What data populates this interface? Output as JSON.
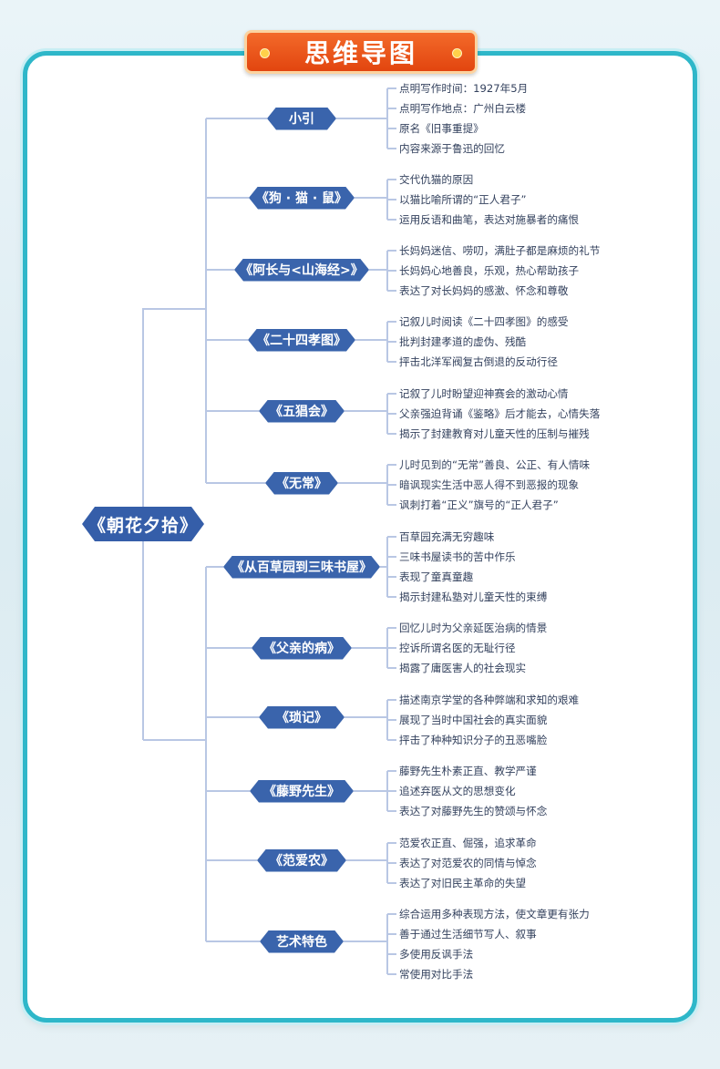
{
  "title": "思维导图",
  "root": "《朝花夕拾》",
  "branches": [
    {
      "label": "小引",
      "items": [
        "点明写作时间：1927年5月",
        "点明写作地点：广州白云楼",
        "原名《旧事重提》",
        "内容来源于鲁迅的回忆"
      ]
    },
    {
      "label": "《狗 · 猫 · 鼠》",
      "items": [
        "交代仇猫的原因",
        "以猫比喻所谓的“正人君子”",
        "运用反语和曲笔，表达对施暴者的痛恨"
      ]
    },
    {
      "label": "《阿长与<山海经>》",
      "items": [
        "长妈妈迷信、唠叨，满肚子都是麻烦的礼节",
        "长妈妈心地善良，乐观，热心帮助孩子",
        "表达了对长妈妈的感激、怀念和尊敬"
      ]
    },
    {
      "label": "《二十四孝图》",
      "items": [
        "记叙儿时阅读《二十四孝图》的感受",
        "批判封建孝道的虚伪、残酷",
        "抨击北洋军阀复古倒退的反动行径"
      ]
    },
    {
      "label": "《五猖会》",
      "items": [
        "记叙了儿时盼望迎神赛会的激动心情",
        "父亲强迫背诵《鉴略》后才能去，心情失落",
        "揭示了封建教育对儿童天性的压制与摧残"
      ]
    },
    {
      "label": "《无常》",
      "items": [
        "儿时见到的“无常”善良、公正、有人情味",
        "暗讽现实生活中恶人得不到恶报的现象",
        "讽刺打着“正义”旗号的“正人君子”"
      ]
    },
    {
      "label": "《从百草园到三味书屋》",
      "items": [
        "百草园充满无穷趣味",
        "三味书屋读书的苦中作乐",
        "表现了童真童趣",
        "揭示封建私塾对儿童天性的束缚"
      ]
    },
    {
      "label": "《父亲的病》",
      "items": [
        "回忆儿时为父亲延医治病的情景",
        "控诉所谓名医的无耻行径",
        "揭露了庸医害人的社会现实"
      ]
    },
    {
      "label": "《琐记》",
      "items": [
        "描述南京学堂的各种弊端和求知的艰难",
        "展现了当时中国社会的真实面貌",
        "抨击了种种知识分子的丑恶嘴脸"
      ]
    },
    {
      "label": "《藤野先生》",
      "items": [
        "藤野先生朴素正直、教学严谨",
        "追述弃医从文的思想变化",
        "表达了对藤野先生的赞颂与怀念"
      ]
    },
    {
      "label": "《范爱农》",
      "items": [
        "范爱农正直、倔强，追求革命",
        "表达了对范爱农的同情与悼念",
        "表达了对旧民主革命的失望"
      ]
    },
    {
      "label": "艺术特色",
      "items": [
        "综合运用多种表现方法，使文章更有张力",
        "善于通过生活细节写人、叙事",
        "多使用反讽手法",
        "常使用对比手法"
      ]
    }
  ]
}
